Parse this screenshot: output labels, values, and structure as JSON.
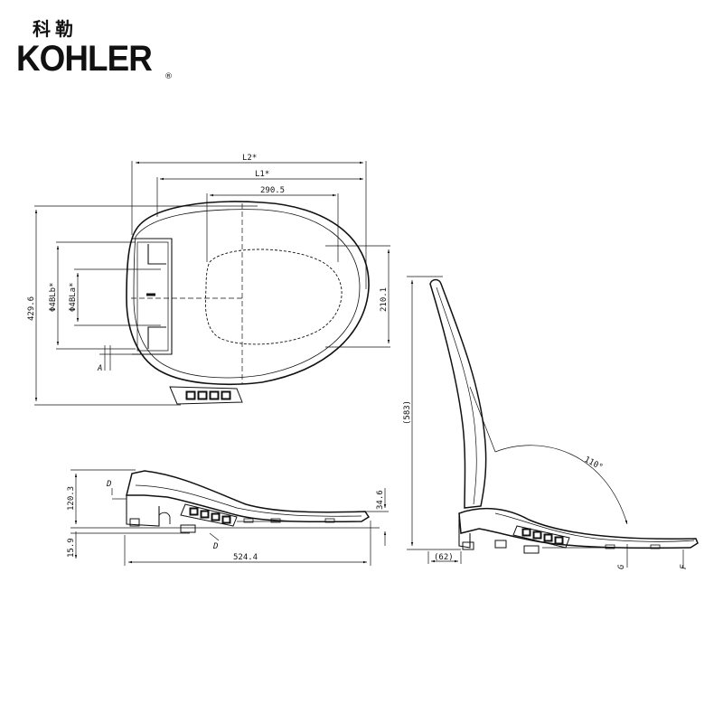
{
  "brand": {
    "name_cn": "科勒",
    "name_en": "KOHLER",
    "registered": "®"
  },
  "top_view": {
    "dims": {
      "l2": "L2*",
      "l1": "L1*",
      "w290": "290.5",
      "h429": "429.6",
      "h210": "210.1",
      "lb": "Φ4ΒLb*",
      "la": "Φ4ΒLa*"
    },
    "labels": {
      "a": "A"
    }
  },
  "front_view": {
    "dims": {
      "h120": "120.3",
      "h15": "15.9",
      "w524": "524.4",
      "h34": "34.6"
    },
    "labels": {
      "d1": "D",
      "d2": "D"
    }
  },
  "side_view": {
    "dims": {
      "h583": "(583)",
      "w62": "(62)",
      "angle": "110°"
    },
    "labels": {
      "g": "G",
      "f": "F"
    }
  }
}
